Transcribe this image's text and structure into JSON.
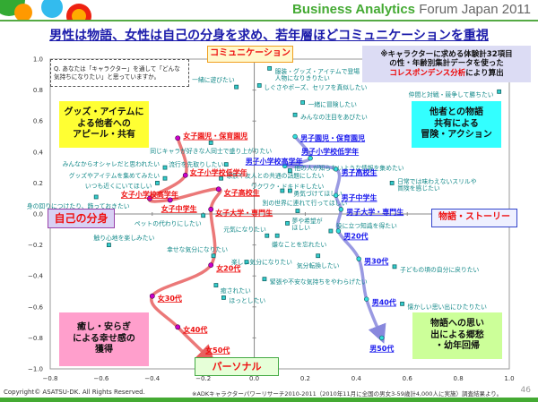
{
  "header": {
    "brand_bold": "Business Analytics",
    "brand_rest": "Forum Japan 2011",
    "title": "男性は物語、女性は自己の分身を求め、若年層ほどコミュニケーションを重視"
  },
  "question": "Q. あなたは「キャラクター」を通して「どんな気持ちになりたい」と思っていますか。",
  "note": {
    "line1": "※キャラクターに求める体験計32項目",
    "line2": "の性・年齢別集計データを使った",
    "line3_red": "コレスポンデンス分析",
    "line3_rest": "により算出"
  },
  "axis_labels": {
    "top": "コミュニケーション",
    "left": "自己の分身",
    "right": "物語・ストーリー",
    "bottom": "パーソナル"
  },
  "quadrants": {
    "top_left": "グッズ・アイテムによる他者へのアピール・共有",
    "top_right": "他者との物語共有による冒険・アクション",
    "bottom_left": "癒し・安らぎによる幸せ感の獲得",
    "bottom_right": "物語への思い出による郷愁・幼年回帰"
  },
  "footer": {
    "copyright": "Copyright© ASATSU-DK. All Rights Reserved.",
    "source": "※ADKキャラクターパワーリサーチ2010-2011（2010年11月に全国の男女3-59歳計4,000人に実施）調査結果より。",
    "page": "46"
  },
  "chart_data": {
    "type": "scatter",
    "xlim": [
      -0.8,
      1.0
    ],
    "ylim": [
      -1.0,
      1.0
    ],
    "xticks": [
      -0.8,
      -0.6,
      -0.4,
      -0.2,
      0.0,
      0.2,
      0.4,
      0.6,
      0.8,
      1.0
    ],
    "yticks": [
      -1.0,
      -0.8,
      -0.6,
      -0.4,
      -0.2,
      0.0,
      0.2,
      0.4,
      0.6,
      0.8,
      1.0
    ],
    "grid": false,
    "colors": {
      "female": "#ee1111",
      "female_marker": "#cc00cc",
      "male": "#1a1aee",
      "male_marker": "#33dddd",
      "item": "#118888"
    },
    "female": [
      {
        "label": "女子園児・保育園児",
        "x": -0.3,
        "y": 0.49
      },
      {
        "label": "女子小学校低学年",
        "x": -0.27,
        "y": 0.25
      },
      {
        "label": "女子小学校高学年",
        "x": -0.41,
        "y": 0.1
      },
      {
        "label": "女子中学生",
        "x": -0.33,
        "y": 0.09
      },
      {
        "label": "女子高校生",
        "x": -0.14,
        "y": 0.16
      },
      {
        "label": "女子大学・専門生",
        "x": -0.17,
        "y": 0.03
      },
      {
        "label": "女20代",
        "x": -0.17,
        "y": -0.33
      },
      {
        "label": "女30代",
        "x": -0.4,
        "y": -0.53
      },
      {
        "label": "女40代",
        "x": -0.3,
        "y": -0.73
      },
      {
        "label": "女50代",
        "x": -0.17,
        "y": -0.94
      }
    ],
    "male": [
      {
        "label": "男子園児・保育園児",
        "x": 0.16,
        "y": 0.5
      },
      {
        "label": "男子小学校低学年",
        "x": 0.22,
        "y": 0.36
      },
      {
        "label": "男子小学校高学年",
        "x": 0.12,
        "y": 0.31
      },
      {
        "label": "男子高校生",
        "x": 0.32,
        "y": 0.29
      },
      {
        "label": "男子中学生",
        "x": 0.32,
        "y": 0.12
      },
      {
        "label": "男子大学・専門生",
        "x": 0.34,
        "y": 0.03
      },
      {
        "label": "男20代",
        "x": 0.33,
        "y": -0.11
      },
      {
        "label": "男30代",
        "x": 0.41,
        "y": -0.29
      },
      {
        "label": "男40代",
        "x": 0.44,
        "y": -0.55
      },
      {
        "label": "男50代",
        "x": 0.5,
        "y": -0.8
      }
    ],
    "items": [
      {
        "label": "服装・グッズ・アイテムで登場\n人物になりきりたい",
        "x": 0.06,
        "y": 0.94
      },
      {
        "label": "一緒に遊びたい",
        "x": -0.07,
        "y": 0.82
      },
      {
        "label": "しぐさやポーズ、セリフを真似したい",
        "x": 0.02,
        "y": 0.83
      },
      {
        "label": "一緒に冒険したい",
        "x": 0.19,
        "y": 0.72
      },
      {
        "label": "みんなの注目をあびたい",
        "x": 0.16,
        "y": 0.64
      },
      {
        "label": "同じキャラが好きな人同士で盛り上がりたい",
        "x": -0.17,
        "y": 0.46
      },
      {
        "label": "流行を先取りしたい",
        "x": -0.11,
        "y": 0.32
      },
      {
        "label": "家族や友人との共通の話題にしたい",
        "x": -0.13,
        "y": 0.23
      },
      {
        "label": "他の人が知らないような情報を集めたい",
        "x": 0.14,
        "y": 0.28
      },
      {
        "label": "ワクワク・ドキドキしたい",
        "x": 0.11,
        "y": 0.15
      },
      {
        "label": "勇気づけてほしい",
        "x": 0.14,
        "y": 0.15
      },
      {
        "label": "別の世界に連れて行ってほしい",
        "x": 0.17,
        "y": 0.02
      },
      {
        "label": "ペットの代わりにしたい",
        "x": -0.2,
        "y": -0.01
      },
      {
        "label": "みんなからオシャレだと思われたい",
        "x": -0.35,
        "y": 0.3
      },
      {
        "label": "グッズやアイテムを集めてみたい",
        "x": -0.35,
        "y": 0.23
      },
      {
        "label": "いつも近くにいてほしい",
        "x": -0.38,
        "y": 0.2
      },
      {
        "label": "身の回りにつけたり、飾っておきたい",
        "x": -0.62,
        "y": 0.11
      },
      {
        "label": "触り心地を楽しみたい",
        "x": -0.57,
        "y": -0.2
      },
      {
        "label": "幸せな気分になりたい",
        "x": -0.16,
        "y": -0.27
      },
      {
        "label": "楽しい気分になりたい",
        "x": -0.03,
        "y": -0.31
      },
      {
        "label": "癒されたい",
        "x": -0.15,
        "y": -0.46
      },
      {
        "label": "ほっとしたい",
        "x": -0.12,
        "y": -0.54
      },
      {
        "label": "緊張や不安な気持ちをやわらげたい",
        "x": 0.04,
        "y": -0.42
      },
      {
        "label": "元気になりたい",
        "x": 0.05,
        "y": -0.14
      },
      {
        "label": "嫌なことを忘れたい",
        "x": 0.09,
        "y": -0.14
      },
      {
        "label": "夢や希望が\nほしい",
        "x": 0.13,
        "y": -0.06
      },
      {
        "label": "役に立つ知識を得たい",
        "x": 0.3,
        "y": -0.11
      },
      {
        "label": "気分転換したい",
        "x": 0.25,
        "y": -0.27
      },
      {
        "label": "子どもの頃の自分に戻りたい",
        "x": 0.55,
        "y": -0.34
      },
      {
        "label": "懐かしい思い出にひたりたい",
        "x": 0.58,
        "y": -0.58
      },
      {
        "label": "日常では味わえないスリルや\n冒険を感じたい",
        "x": 0.54,
        "y": 0.2
      },
      {
        "label": "仲間と対戦・競争して勝ちたい",
        "x": 0.96,
        "y": 0.79
      }
    ]
  }
}
